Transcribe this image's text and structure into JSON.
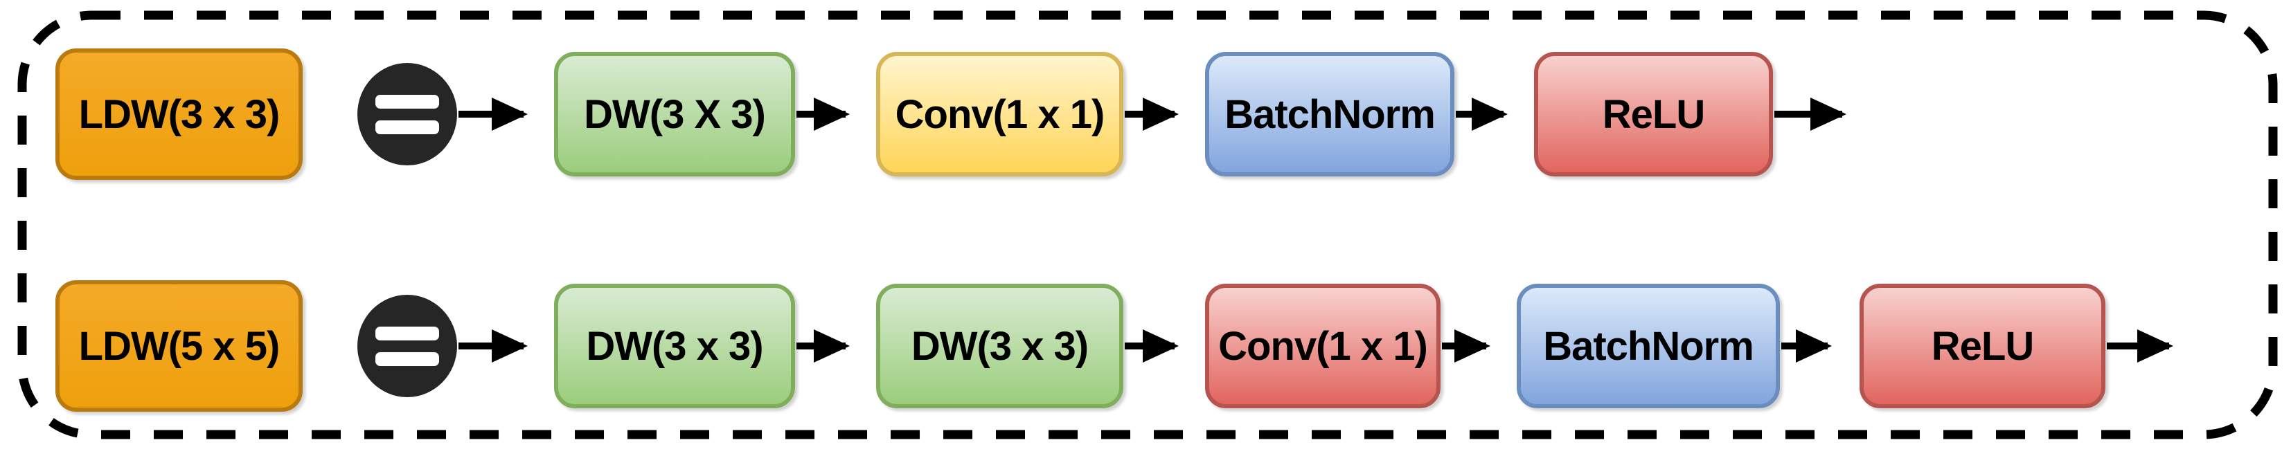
{
  "diagram": {
    "title": "LDW block equivalence diagram",
    "rows": [
      {
        "lhs": {
          "label": "LDW(3 x 3)",
          "color": "orange"
        },
        "operator_icon": "equals-icon",
        "rhs": [
          {
            "label": "DW(3 X 3)",
            "color": "green"
          },
          {
            "label": "Conv(1 x 1)",
            "color": "yellow"
          },
          {
            "label": "BatchNorm",
            "color": "blue"
          },
          {
            "label": "ReLU",
            "color": "red"
          }
        ]
      },
      {
        "lhs": {
          "label": "LDW(5 x 5)",
          "color": "orange"
        },
        "operator_icon": "equals-icon",
        "rhs": [
          {
            "label": "DW(3 x 3)",
            "color": "green"
          },
          {
            "label": "DW(3 x 3)",
            "color": "green"
          },
          {
            "label": "Conv(1 x 1)",
            "color": "red"
          },
          {
            "label": "BatchNorm",
            "color": "blue"
          },
          {
            "label": "ReLU",
            "color": "red"
          }
        ]
      }
    ],
    "colors": {
      "orange_fill_top": "#F5AA28",
      "orange_fill_bottom": "#EEA00D",
      "orange_border": "#BA7A0D",
      "green_fill_top": "#D9EBD3",
      "green_fill_bottom": "#9BCD7C",
      "green_border": "#7FAF5C",
      "yellow_fill_top": "#FFF4CD",
      "yellow_fill_bottom": "#FFD557",
      "yellow_border": "#D6B656",
      "blue_fill_top": "#DCE9F9",
      "blue_fill_bottom": "#82A5DE",
      "blue_border": "#6C8EBF",
      "red_fill_top": "#F8D1CE",
      "red_fill_bottom": "#E2655F",
      "red_border": "#B85450",
      "equals_circle": "#262626",
      "arrow": "#000000",
      "dashed_border": "#000000",
      "text": "#000000",
      "background": "#FFFFFF"
    }
  }
}
